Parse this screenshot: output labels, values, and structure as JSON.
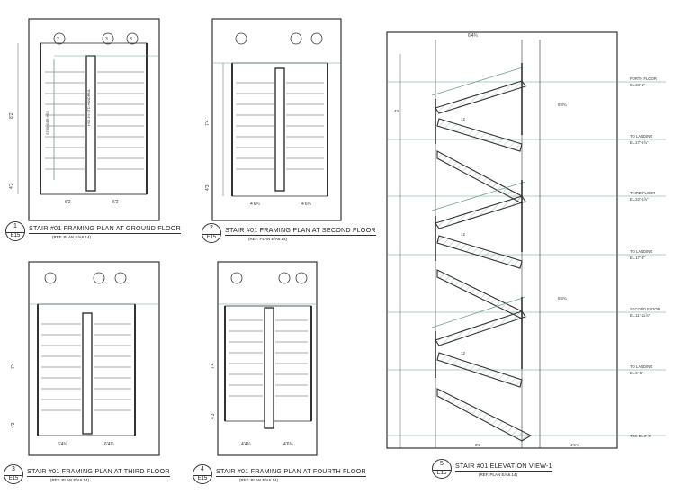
{
  "drawings": [
    {
      "num": "1",
      "sheet": "E15",
      "title": "STAIR #01 FRAMING PLAN AT GROUND FLOOR",
      "ref": "(REF. PLAN E/A6.14)",
      "dim_left": "6'2",
      "dim_right": "6'2",
      "dim_height": "8'2",
      "dim_low": "4'3"
    },
    {
      "num": "2",
      "sheet": "E15",
      "title": "STAIR #01 FRAMING PLAN AT SECOND FLOOR",
      "ref": "(REF. PLAN E/A6.14)",
      "dim_left": "4'6¾",
      "dim_right": "4'6¾",
      "dim_height": "7'4",
      "dim_low": "4'3"
    },
    {
      "num": "3",
      "sheet": "E15",
      "title": "STAIR #01 FRAMING PLAN AT THIRD FLOOR",
      "ref": "(REF. PLAN E/A6.14)",
      "dim_left": "6'4¾",
      "dim_right": "6'4¾",
      "dim_height": "7'4",
      "dim_low": "4'3"
    },
    {
      "num": "4",
      "sheet": "E15",
      "title": "STAIR #01 FRAMING PLAN AT FOURTH FLOOR",
      "ref": "(REF. PLAN E/A6.14)",
      "dim_left": "4'4¾",
      "dim_right": "4'6¾",
      "dim_height": "7'4",
      "dim_low": "4'3"
    },
    {
      "num": "5",
      "sheet": "E15",
      "title": "STAIR #01 ELEVATION VIEW-1",
      "ref": "(REF. PLAN E/A6.14)"
    }
  ],
  "grid_tags": [
    "2",
    "3",
    "3"
  ],
  "levels": [
    {
      "name": "FORTH FLOOR",
      "el": "EL.33'-1\""
    },
    {
      "name": "TO LANDING",
      "el": "EL.27'-9⅞\""
    },
    {
      "name": "THIRD FLOOR",
      "el": "EL.22'-6⅞\""
    },
    {
      "name": "TO LANDING",
      "el": "EL.17'-3\""
    },
    {
      "name": "SECOND FLOOR",
      "el": "EL.11'-11⅞\""
    },
    {
      "name": "TO LANDING",
      "el": "EL.6'-5\""
    },
    {
      "name": "TOS EL.0'-0",
      "el": ""
    }
  ],
  "elev_dims": {
    "top_total": "6'4¾",
    "left_rail": "4'6",
    "run": "8'2",
    "right_rail": "4'6¾",
    "mid_run": "6'4¾",
    "riser": "12",
    "landing": "5'4¾"
  },
  "stringer_label": "STRINGER HSS",
  "handrail_label": "HSS 1½ STD HANDRAIL"
}
